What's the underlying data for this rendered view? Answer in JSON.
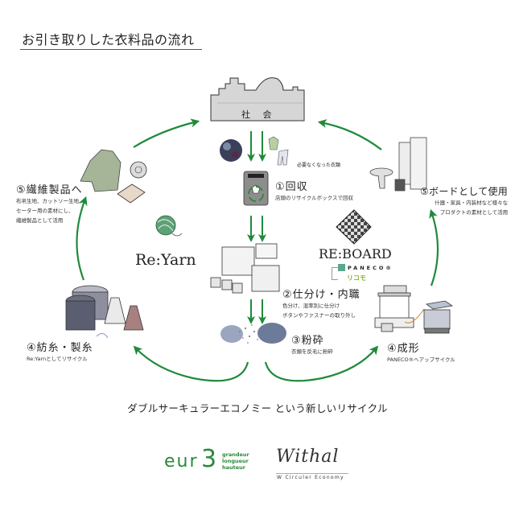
{
  "title": "お引き取りした衣料品の流れ",
  "society": {
    "label": "社 会"
  },
  "unneeded_clothes_label": "必要なくなった衣類",
  "steps": [
    {
      "id": "collect",
      "title": "①回収",
      "desc": [
        "店頭のリサイクルボックスで回収"
      ]
    },
    {
      "id": "sort",
      "title": "②仕分け・内職",
      "desc": [
        "色分け、混率別に仕分け",
        "ボタンやファスナーの取り外し"
      ]
    },
    {
      "id": "crush",
      "title": "③粉砕",
      "desc": [
        "衣類を反毛に粉砕"
      ]
    },
    {
      "id": "spin",
      "title": "④紡糸・製糸",
      "desc": [
        "Re:Yarnとしてリサイクル"
      ]
    },
    {
      "id": "mold",
      "title": "④成形",
      "desc": [
        "PANECO®へアップサイクル"
      ]
    },
    {
      "id": "textile",
      "title": "⑤繊維製品へ",
      "desc": [
        "布帛生地、カットソー生地、",
        "セーター用の素材にし、",
        "繊維製品として活用"
      ]
    },
    {
      "id": "board",
      "title": "⑤ボードとして使用",
      "desc": [
        "什器・家具・内装材など様々な",
        "プロダクトの素材として活用"
      ]
    }
  ],
  "brands": {
    "reyarn": "Re:Yarn",
    "reboard": "RE:BOARD",
    "paneco": "PANECO®",
    "rikomo": "リコモ"
  },
  "tagline": "ダブルサーキュラーエコノミー という新しいリサイクル",
  "logos": {
    "eur3": {
      "main": "eur",
      "digit": "3",
      "sub": [
        "grandeur",
        "longueur",
        "hauteur"
      ]
    },
    "withal": {
      "main": "Withal",
      "sub": "W Circuler Economy"
    }
  },
  "colors": {
    "arrow": "#1f8a3b",
    "text": "#222222",
    "brand_green": "#2a8a3a",
    "rikomo_green": "#8db03c"
  },
  "icons": [
    "city-skyline-icon",
    "clothes-icon",
    "recycle-box-icon",
    "factory-icon",
    "fiber-pile-icon",
    "yarn-spools-icon",
    "press-machine-icon",
    "jacket-icon",
    "shelf-furniture-icon",
    "yarn-ball-icon",
    "checker-board-icon"
  ]
}
